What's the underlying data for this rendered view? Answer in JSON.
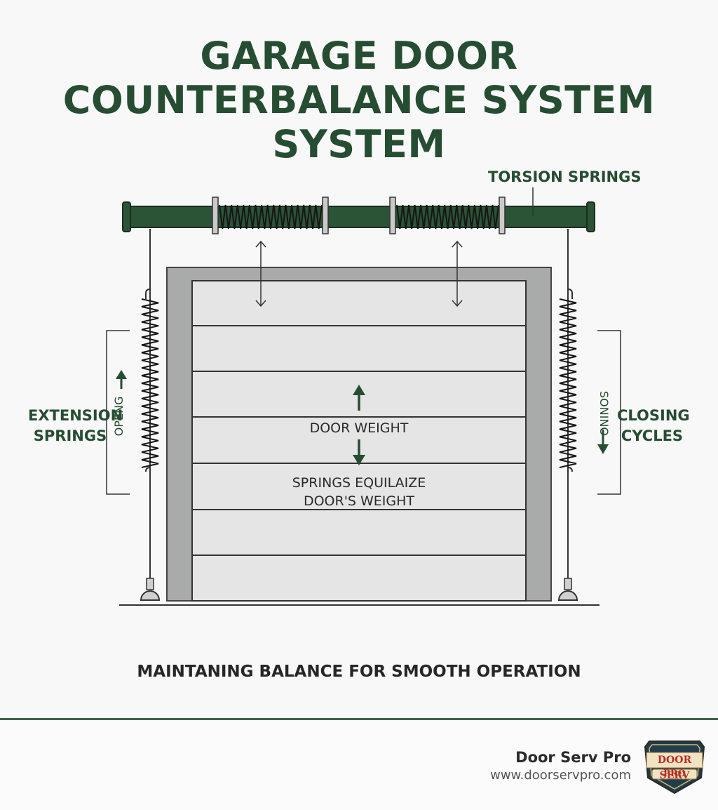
{
  "title": {
    "line1": "GARAGE DOOR",
    "line2": "COUNTERBALANCE SYSTEM",
    "line3": "SYSTEM"
  },
  "labels": {
    "torsion_springs": "TORSION SPRINGS",
    "extension_springs_line1": "EXTENSION",
    "extension_springs_line2": "SPRINGS",
    "opening": "OPENG",
    "closing_line1": "CLOSING",
    "closing_line2": "CYCLES",
    "closing_vertical": "SONINO",
    "door_weight": "DOOR WEIGHT",
    "springs_equalize_line1": "SPRINGS EQUILAIZE",
    "springs_equalize_line2": "DOOR'S WEIGHT"
  },
  "caption": "MAINTANING BALANCE FOR SMOOTH OPERATION",
  "footer": {
    "brand_name": "Door Serv Pro",
    "brand_url": "www.doorservpro.com",
    "logo_line1": "DOOR SERV",
    "logo_line2": "PRO"
  },
  "colors": {
    "accent_green": "#264d32",
    "door_panel": "#e4e5e4",
    "frame_gray": "#a9abab",
    "logo_red": "#b72f25",
    "logo_navy": "#1f3d4c"
  }
}
